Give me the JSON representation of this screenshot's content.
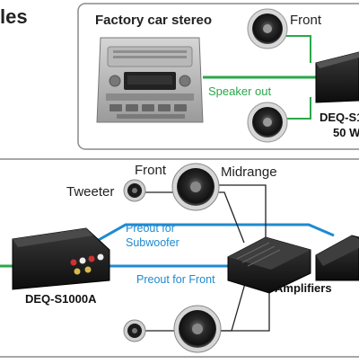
{
  "heading": "les",
  "top_panel": {
    "title": "Factory car stereo",
    "speaker_label": "Front",
    "signal_label": "Speaker out",
    "device_label": "DEQ-S1",
    "power_label": "50 W"
  },
  "bottom_panel": {
    "front_label": "Front",
    "midrange_label": "Midrange",
    "tweeter_label": "Tweeter",
    "preout_sub_line1": "Preout for",
    "preout_sub_line2": "Subwoofer",
    "preout_front": "Preout for Front",
    "device_label": "DEQ-S1000A",
    "amplifiers_label": "Amplifiers"
  },
  "colors": {
    "panel_border": "#8a8a8a",
    "signal_green": "#29a84a",
    "signal_blue": "#1e8ad0",
    "device_dark": "#1a1a1a"
  }
}
